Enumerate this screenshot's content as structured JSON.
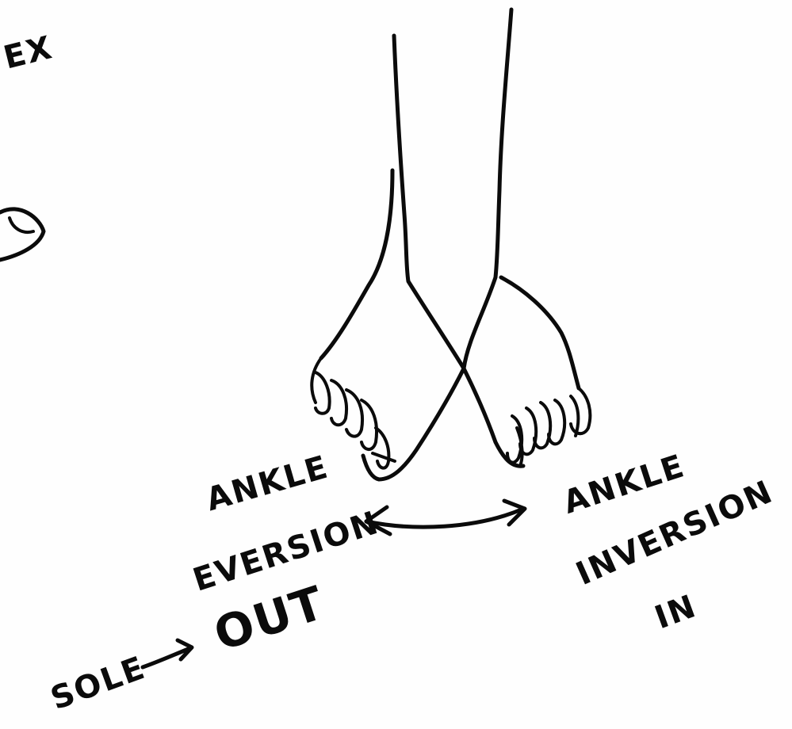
{
  "labels": {
    "top_partial": "EX",
    "ankle_left": "ANKLE",
    "eversion": "EVERSION",
    "out": "OUT",
    "sole": "SOLE",
    "ankle_right": "ANKLE",
    "inversion": "INVERSION",
    "in": "IN"
  },
  "colors": {
    "ink": "#0b0b0b",
    "paper": "#fefefe"
  }
}
